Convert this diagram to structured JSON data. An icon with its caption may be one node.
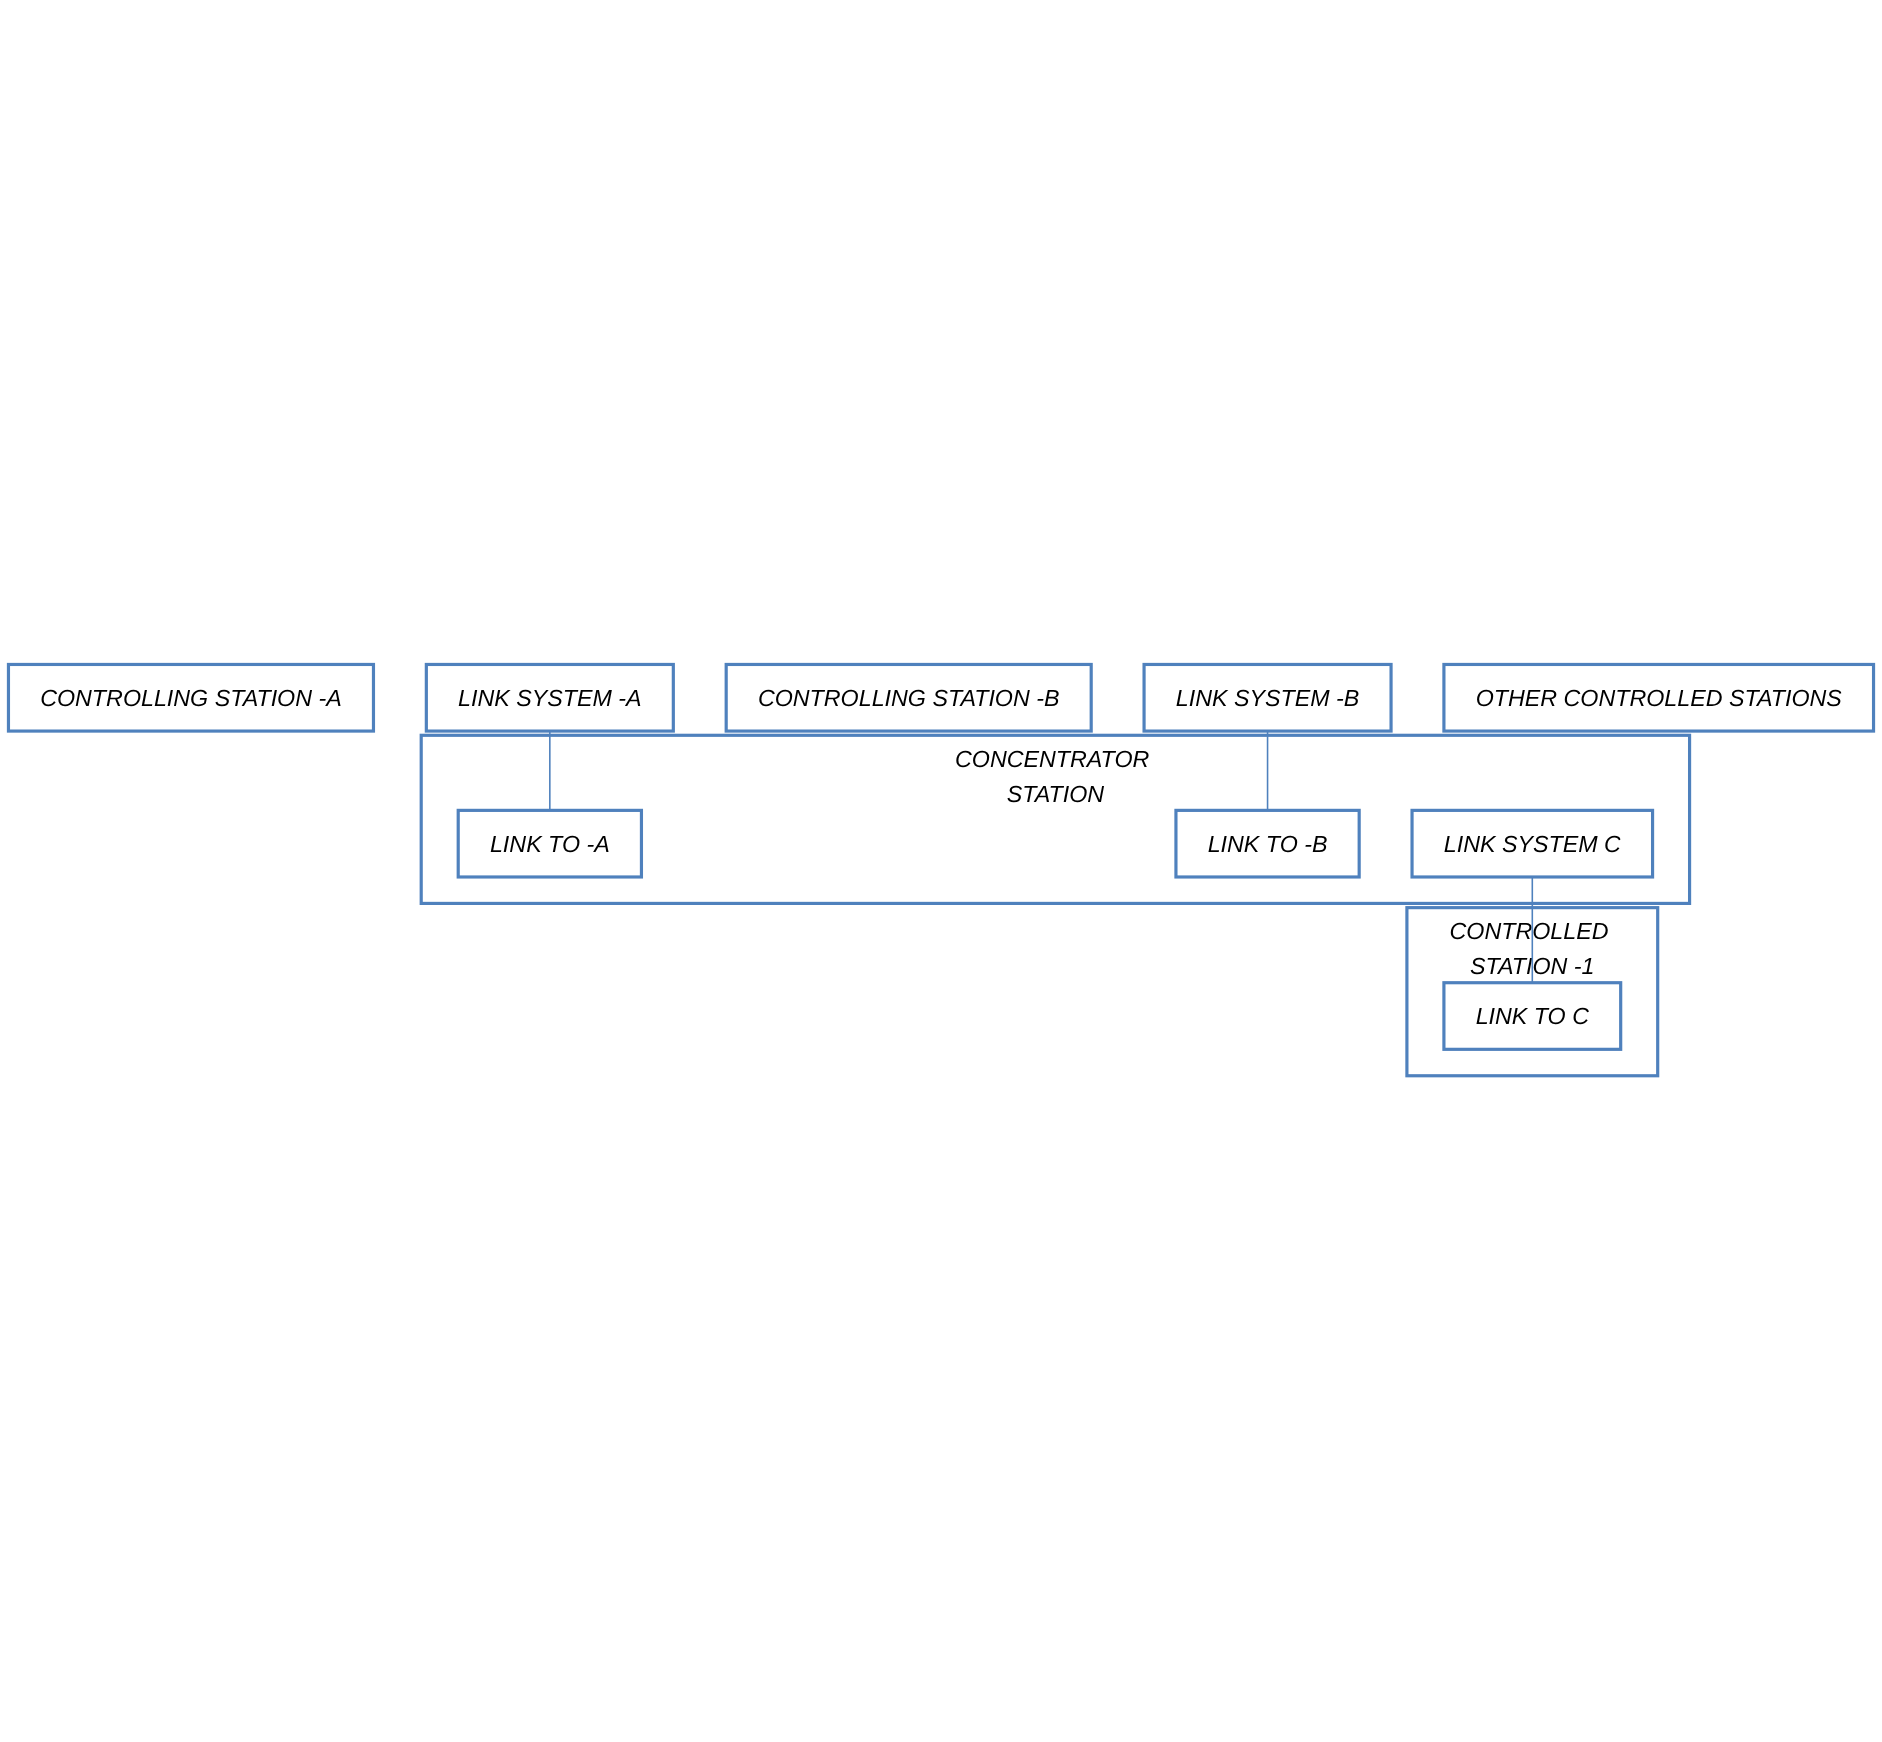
{
  "diagram": {
    "nodes": [
      {
        "text": [
          "CONTROLLING STATION -A"
        ]
      },
      {
        "text": [
          "LINK SYSTEM -A"
        ]
      },
      {
        "text": [
          "CONTROLLING STATION -B"
        ]
      },
      {
        "text": [
          "LINK SYSTEM -B"
        ]
      },
      {
        "text": [
          "CONCENTRATOR STATION"
        ]
      },
      {
        "text": [
          "LINK TO -A"
        ],
        "in": 4
      },
      {
        "text": [
          "LINK TO -B"
        ],
        "in": 4
      },
      {
        "text": [
          "LINK SYSTEM C"
        ],
        "in": 4
      },
      {
        "text": [
          "CONTROLLED STATION -1"
        ]
      },
      {
        "text": [
          "LINK TO C"
        ],
        "in": 8
      },
      {
        "text": [
          "OTHER CONTROLLED STATIONS"
        ]
      }
    ],
    "edges": [
      {
        "from": 1,
        "to": 5,
        "arrow": "none"
      },
      {
        "from": 3,
        "to": 6,
        "arrow": "none"
      },
      {
        "from": 7,
        "to": 9,
        "arrow": "none"
      }
    ]
  }
}
